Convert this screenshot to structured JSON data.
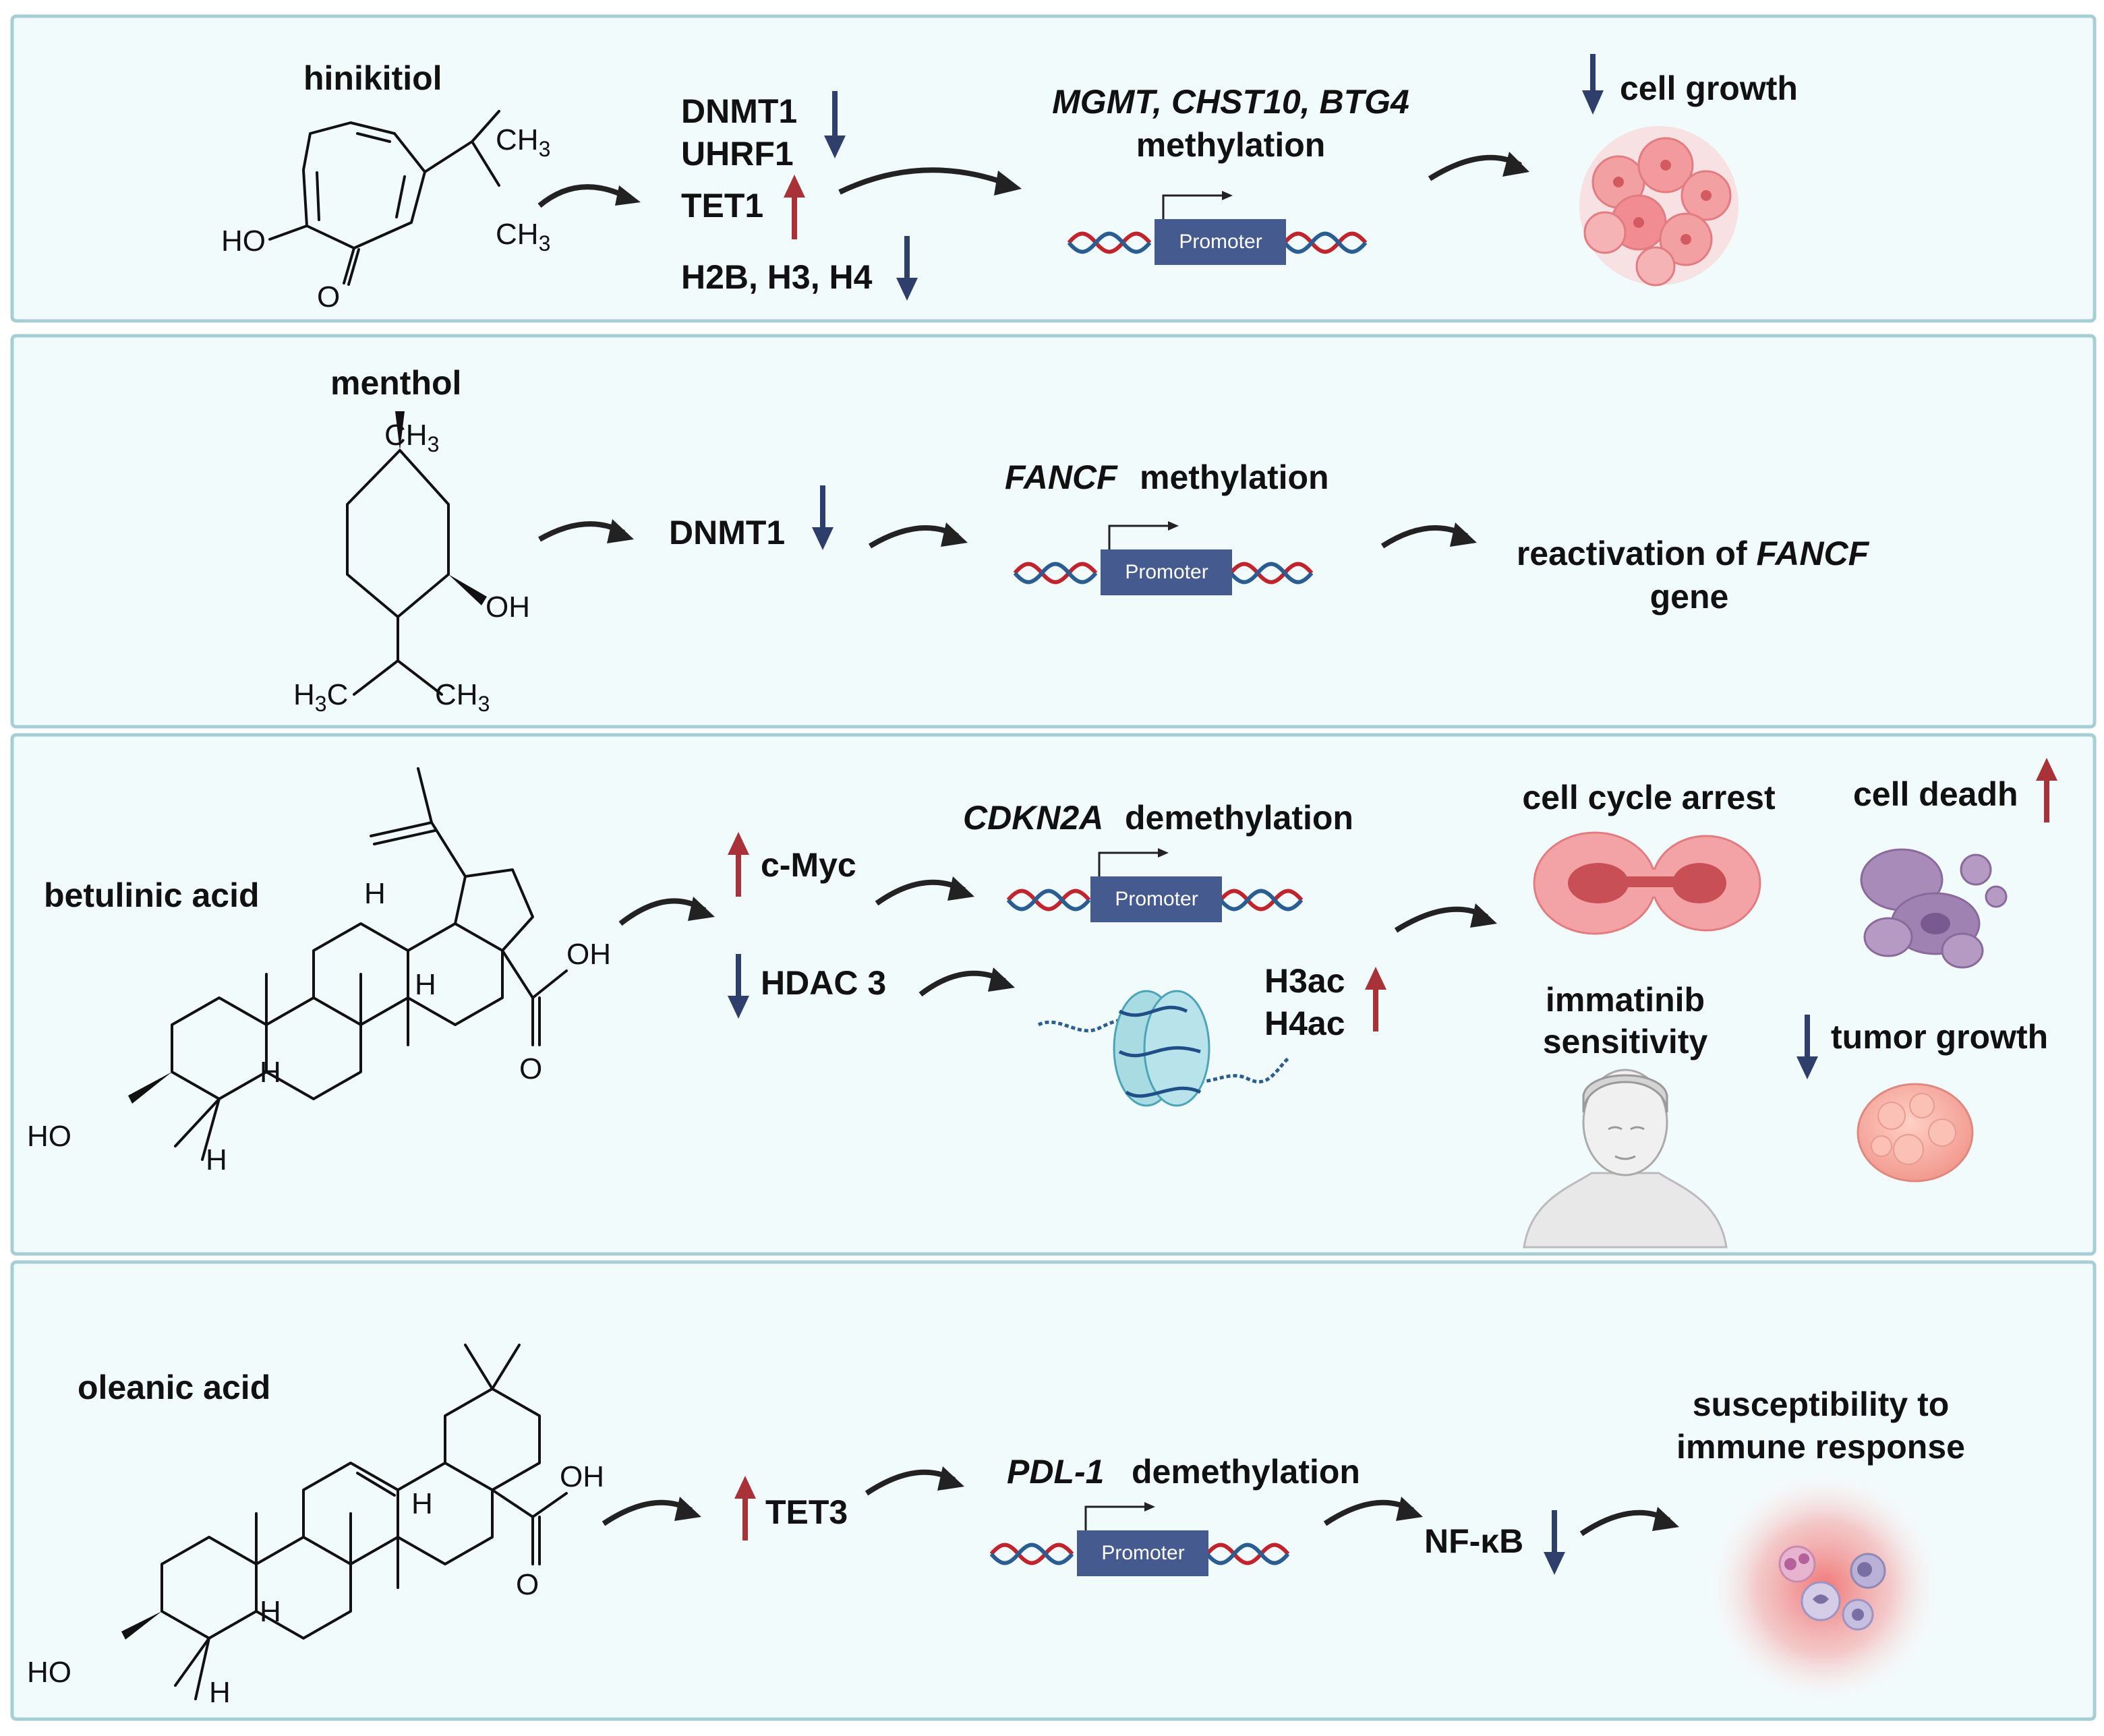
{
  "colors": {
    "panel_border": "#a6cfd5",
    "panel_fill": "#f2fbfc",
    "arrow_down": "#2e3f6b",
    "arrow_up": "#a83238",
    "promoter_box": "#455a8e",
    "dna_red": "#c0242c",
    "dna_blue": "#2a5d92"
  },
  "panels": [
    {
      "compound": "hinikitiol",
      "mols": {
        "methyl": "CH",
        "sub3": "3",
        "ho": "HO",
        "oxo": "O"
      },
      "markers": [
        {
          "label": "DNMT1",
          "dir": "down"
        },
        {
          "label": "UHRF1",
          "dir": "none"
        },
        {
          "label": "TET1",
          "dir": "up"
        },
        {
          "label": "H2B, H3, H4",
          "dir": "down"
        }
      ],
      "gene": {
        "name": "MGMT, CHST10, BTG4",
        "event": "methylation",
        "promoter": "Promoter"
      },
      "outcome": {
        "label": "cell growth",
        "dir": "down",
        "icon": "tumor-cell-cluster-icon"
      }
    },
    {
      "compound": "menthol",
      "mols": {
        "methyl": "CH",
        "sub3": "3",
        "oh": "OH",
        "h": "H",
        "c": "C"
      },
      "markers": [
        {
          "label": "DNMT1",
          "dir": "down"
        }
      ],
      "gene": {
        "name": "FANCF",
        "event": "methylation",
        "promoter": "Promoter"
      },
      "outcome": {
        "line1_prefix": "reactivation of ",
        "line1_gene": "FANCF",
        "line2": "gene"
      }
    },
    {
      "compound": "betulinic acid",
      "mols": {
        "h": "H",
        "oh": "OH",
        "ho": "HO",
        "oxo": "O"
      },
      "markers": [
        {
          "label": "c-Myc",
          "dir": "up"
        },
        {
          "label": "HDAC 3",
          "dir": "down"
        }
      ],
      "gene": {
        "name": "CDKN2A",
        "event": "demethylation",
        "promoter": "Promoter"
      },
      "histone": {
        "marks": [
          "H3ac",
          "H4ac"
        ],
        "dir": "up",
        "icon": "nucleosome-icon"
      },
      "outcomes": [
        {
          "label": "cell cycle arrest",
          "icon": "dividing-cell-icon"
        },
        {
          "label": "cell deadh",
          "dir": "up",
          "icon": "apoptotic-cell-icon"
        },
        {
          "line1": "immatinib",
          "line2": "sensitivity",
          "icon": "patient-head-icon"
        },
        {
          "label": "tumor growth",
          "dir": "down",
          "icon": "tumor-mass-icon"
        }
      ]
    },
    {
      "compound": "oleanic acid",
      "mols": {
        "h": "H",
        "oh": "OH",
        "ho": "HO",
        "oxo": "O"
      },
      "markers": [
        {
          "label": "TET3",
          "dir": "up"
        }
      ],
      "gene": {
        "name": "PDL-1",
        "event": "demethylation",
        "promoter": "Promoter"
      },
      "downstream": {
        "label": "NF-κB",
        "dir": "down"
      },
      "outcome": {
        "line1": "susceptibility to",
        "line2": "immune response",
        "icon": "immune-cells-icon"
      }
    }
  ]
}
